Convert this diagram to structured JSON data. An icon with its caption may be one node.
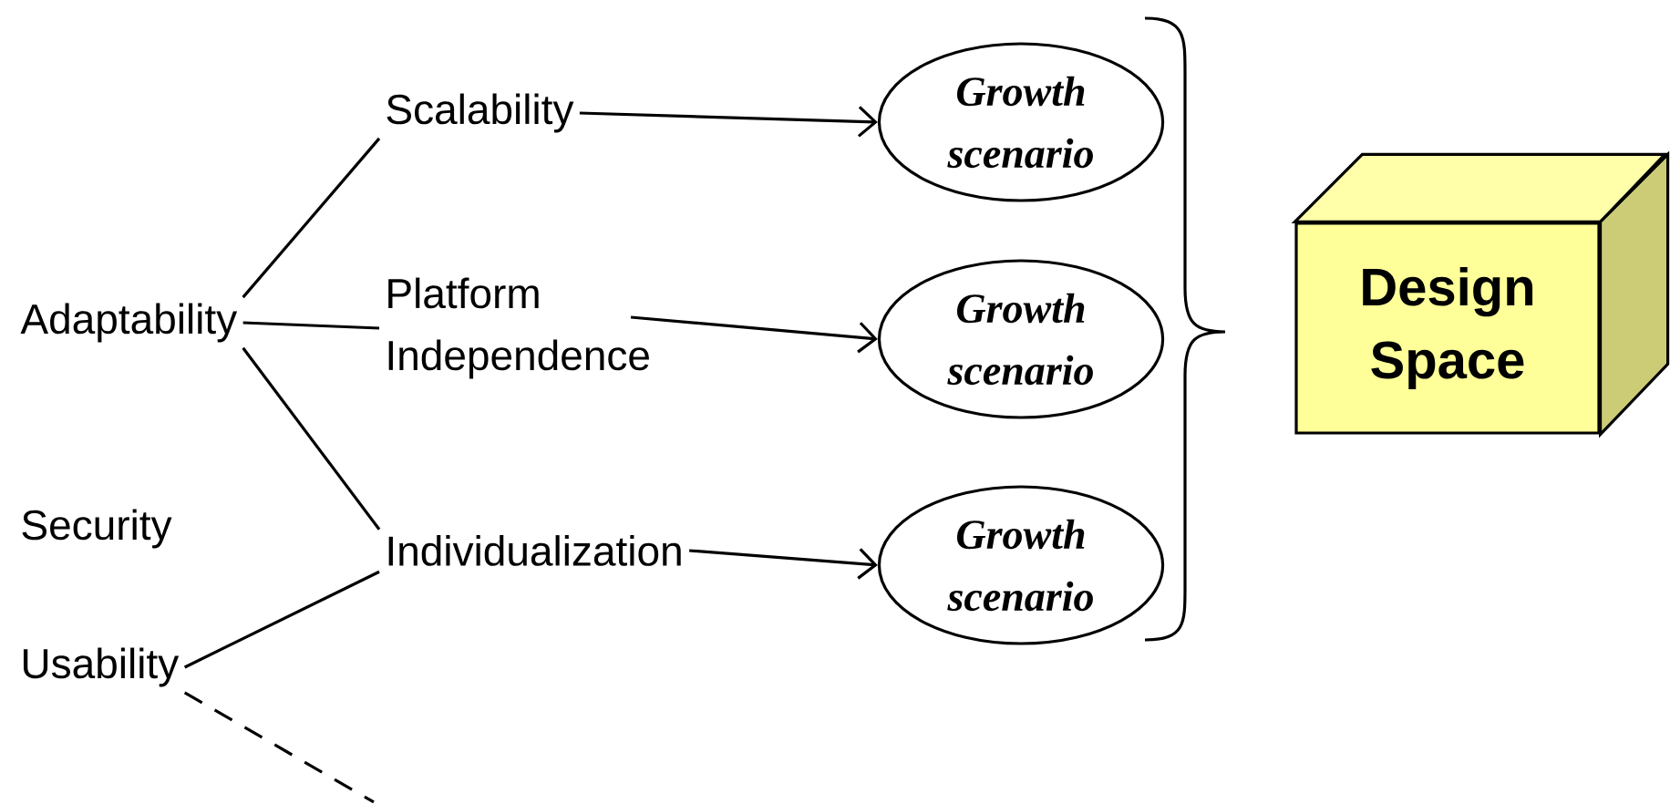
{
  "diagram": {
    "nodes": [
      {
        "text": [
          "Adaptability"
        ]
      },
      {
        "text": [
          "Security"
        ]
      },
      {
        "text": [
          "Usability"
        ]
      },
      {
        "text": [
          "Scalability"
        ]
      },
      {
        "text": [
          "Platform Independence"
        ]
      },
      {
        "text": [
          "Individualization"
        ]
      },
      {
        "text": [
          "Growth scenario"
        ]
      },
      {
        "text": [
          "Growth scenario"
        ]
      },
      {
        "text": [
          "Growth scenario"
        ]
      },
      {
        "text": [
          "Design Space"
        ]
      }
    ],
    "edges": [
      {
        "from": 0,
        "to": 3,
        "arrow": "none"
      },
      {
        "from": 0,
        "to": 4,
        "arrow": "none"
      },
      {
        "from": 0,
        "to": 5,
        "arrow": "none"
      },
      {
        "from": 2,
        "to": 5,
        "arrow": "none"
      },
      {
        "from": 2,
        "to": null,
        "arrow": "none",
        "style": "dashed"
      },
      {
        "from": 3,
        "to": 6,
        "arrow": "to"
      },
      {
        "from": 4,
        "to": 7,
        "arrow": "to"
      },
      {
        "from": 5,
        "to": 8,
        "arrow": "to"
      }
    ]
  }
}
